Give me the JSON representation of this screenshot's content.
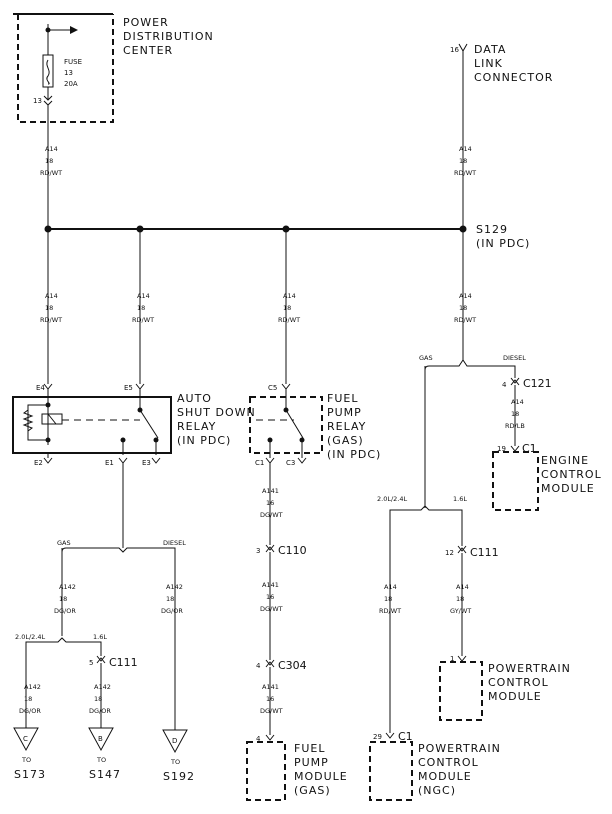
{
  "pdc": {
    "label": [
      "POWER",
      "DISTRIBUTION",
      "CENTER"
    ],
    "fuse": [
      "FUSE",
      "13",
      "20A"
    ],
    "pin": "13"
  },
  "dlc": {
    "label": [
      "DATA",
      "LINK",
      "CONNECTOR"
    ],
    "pin": "16"
  },
  "splice": {
    "label": [
      "S129",
      "(IN PDC)"
    ]
  },
  "wire_a14": [
    "A14",
    "18",
    "RD/WT"
  ],
  "asd": {
    "label": [
      "AUTO",
      "SHUT DOWN",
      "RELAY",
      "(IN PDC)"
    ],
    "pins": {
      "e4": "E4",
      "e5": "E5",
      "e2": "E2",
      "e1": "E1",
      "e3": "E3"
    }
  },
  "fpr": {
    "label": [
      "FUEL",
      "PUMP",
      "RELAY",
      "(GAS)",
      "(IN PDC)"
    ],
    "pins": {
      "c5": "C5",
      "c1": "C1",
      "c3": "C3"
    }
  },
  "split_gas_diesel": {
    "gas": "GAS",
    "diesel": "DIESEL"
  },
  "split_engine": {
    "a": "2.0L/2.4L",
    "b": "1.6L"
  },
  "wire_a142": [
    "A142",
    "18",
    "DG/OR"
  ],
  "wire_a141": [
    "A141",
    "16",
    "DG/WT"
  ],
  "wire_a14_gywt": [
    "A14",
    "18",
    "GY/WT"
  ],
  "wire_a14_rdlb": [
    "A14",
    "18",
    "RD/LB"
  ],
  "conn": {
    "c110": {
      "pin": "3",
      "name": "C110"
    },
    "c304": {
      "pin": "4",
      "name": "C304"
    },
    "c111_left": {
      "pin": "5",
      "name": "C111"
    },
    "c111_right": {
      "pin": "12",
      "name": "C111"
    },
    "c121": {
      "pin": "4",
      "name": "C121"
    },
    "ecm_c1": {
      "pin": "19",
      "name": "C1"
    },
    "ngc_c1": {
      "pin": "29",
      "name": "C1"
    }
  },
  "ecm": {
    "label": [
      "ENGINE",
      "CONTROL",
      "MODULE"
    ]
  },
  "pcm": {
    "label": [
      "POWERTRAIN",
      "CONTROL",
      "MODULE"
    ],
    "pin": "1"
  },
  "pcm_ngc": {
    "label": [
      "POWERTRAIN",
      "CONTROL",
      "MODULE",
      "(NGC)"
    ]
  },
  "fpm": {
    "label": [
      "FUEL",
      "PUMP",
      "MODULE",
      "(GAS)"
    ],
    "pin": "4"
  },
  "terminals": [
    {
      "letter": "C",
      "to": "TO",
      "dest": "S173"
    },
    {
      "letter": "B",
      "to": "TO",
      "dest": "S147"
    },
    {
      "letter": "D",
      "to": "TO",
      "dest": "S192"
    }
  ]
}
